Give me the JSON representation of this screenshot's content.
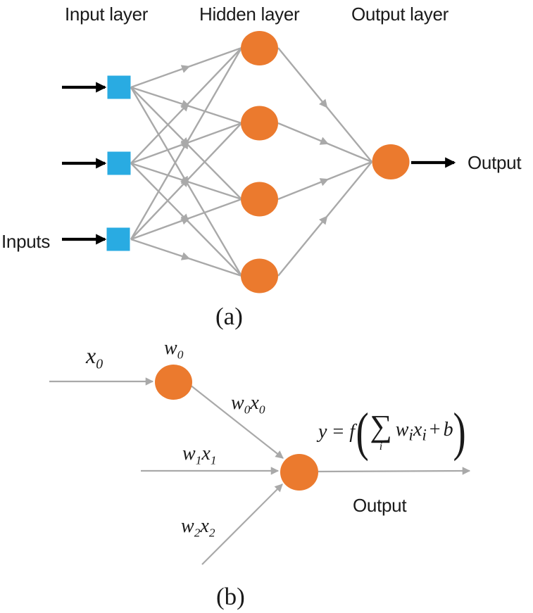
{
  "colors": {
    "node_orange": "#EB7A2E",
    "node_blue": "#29ABE2",
    "line_gray": "#A9A9A9",
    "arrow_black": "#000000",
    "text": "#1A1A1A"
  },
  "panel_a": {
    "caption": "(a)",
    "labels": {
      "input_layer": "Input layer",
      "hidden_layer": "Hidden layer",
      "output_layer": "Output layer",
      "inputs": "Inputs",
      "output": "Output"
    },
    "structure": {
      "input_nodes": 3,
      "hidden_nodes": 4,
      "output_nodes": 1
    }
  },
  "panel_b": {
    "caption": "(b)",
    "labels": {
      "x0": [
        "x",
        "0"
      ],
      "w0": [
        "w",
        "0"
      ],
      "w0x0": [
        "w",
        "0",
        "x",
        "0"
      ],
      "w1x1": [
        "w",
        "1",
        "x",
        "1"
      ],
      "w2x2": [
        "w",
        "2",
        "x",
        "2"
      ],
      "output": "Output"
    },
    "formula": {
      "lhs": "y",
      "eq": "=",
      "func": "f",
      "open_paren": "(",
      "sigma": "∑",
      "sigma_sub": "i",
      "w": "w",
      "w_sub": "i",
      "x": "x",
      "x_sub": "i",
      "plus": "+",
      "bias": "b",
      "close_paren": ")"
    }
  }
}
